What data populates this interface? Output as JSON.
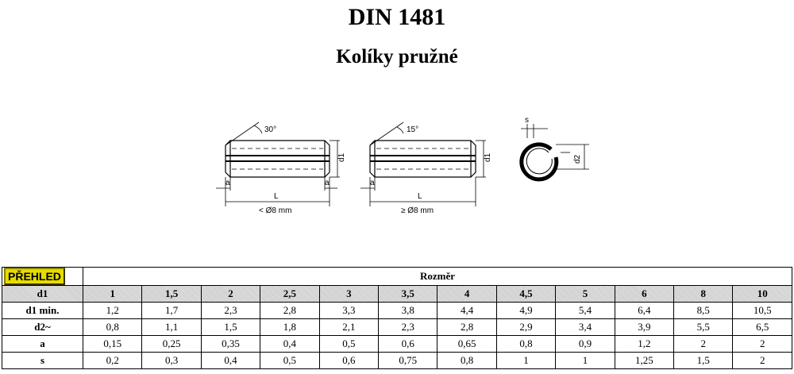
{
  "header": {
    "title": "DIN 1481",
    "subtitle": "Kolíky pružné"
  },
  "drawing": {
    "pin_small": {
      "angle_label": "30°",
      "a_label": "a",
      "L_label": "L",
      "d1_label": "d1",
      "range_label": "< Ø8 mm"
    },
    "pin_large": {
      "angle_label": "15°",
      "a_label": "a",
      "L_label": "L",
      "d1_label": "d1",
      "range_label": "≥ Ø8 mm"
    },
    "section": {
      "s_label": "s",
      "d2_label": "d2"
    }
  },
  "table": {
    "overview_button": "PŘEHLED",
    "group_header": "Rozměr",
    "rows": [
      {
        "label": "d1",
        "values": [
          "1",
          "1,5",
          "2",
          "2,5",
          "3",
          "3,5",
          "4",
          "4,5",
          "5",
          "6",
          "8",
          "10"
        ]
      },
      {
        "label": "d1 min.",
        "values": [
          "1,2",
          "1,7",
          "2,3",
          "2,8",
          "3,3",
          "3,8",
          "4,4",
          "4,9",
          "5,4",
          "6,4",
          "8,5",
          "10,5"
        ]
      },
      {
        "label": "d2~",
        "values": [
          "0,8",
          "1,1",
          "1,5",
          "1,8",
          "2,1",
          "2,3",
          "2,8",
          "2,9",
          "3,4",
          "3,9",
          "5,5",
          "6,5"
        ]
      },
      {
        "label": "a",
        "values": [
          "0,15",
          "0,25",
          "0,35",
          "0,4",
          "0,5",
          "0,6",
          "0,65",
          "0,8",
          "0,9",
          "1,2",
          "2",
          "2"
        ]
      },
      {
        "label": "s",
        "values": [
          "0,2",
          "0,3",
          "0,4",
          "0,5",
          "0,6",
          "0,75",
          "0,8",
          "1",
          "1",
          "1,25",
          "1,5",
          "2"
        ]
      }
    ]
  }
}
